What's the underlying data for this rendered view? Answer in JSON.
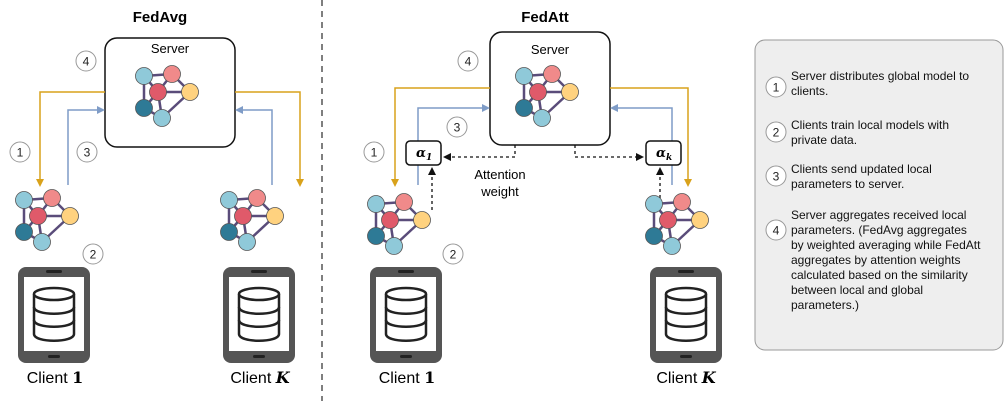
{
  "fedavg": {
    "title": "FedAvg",
    "server_label": "Server",
    "client_left": {
      "prefix": "Client ",
      "index": "1"
    },
    "client_right": {
      "prefix": "Client ",
      "index": "K"
    }
  },
  "fedatt": {
    "title": "FedAtt",
    "server_label": "Server",
    "attention_line1": "Attention",
    "attention_line2": "weight",
    "alpha_left": {
      "symbol": "α",
      "sub": "1"
    },
    "alpha_right": {
      "symbol": "α",
      "sub": "k"
    },
    "client_left": {
      "prefix": "Client ",
      "index": "1"
    },
    "client_right": {
      "prefix": "Client ",
      "index": "K"
    }
  },
  "steps": [
    "1",
    "2",
    "3",
    "4"
  ],
  "legend": [
    {
      "num": "1",
      "lines": [
        "Server distributes global model to",
        "clients."
      ]
    },
    {
      "num": "2",
      "lines": [
        "Clients train local models with",
        "private data."
      ]
    },
    {
      "num": "3",
      "lines": [
        "Clients send updated local",
        "parameters to server."
      ]
    },
    {
      "num": "4",
      "lines": [
        "Server aggregates received local",
        "parameters. (FedAvg aggregates",
        "by weighted averaging while FedAtt",
        "aggregates by attention weights",
        "calculated based on the similarity",
        "between local and global",
        "parameters.)"
      ]
    }
  ],
  "colors": {
    "download_arrow": "#d9a21b",
    "upload_arrow": "#7f9cc7",
    "node_pink": "#f08a8a",
    "node_red": "#e05a6a",
    "node_yellow": "#ffd27f",
    "node_lightblue": "#8fc9d9",
    "node_darkblue": "#2e7a96",
    "node_edge": "#5a4c7a",
    "phone": "#555555",
    "legend_bg": "#eeeeee"
  }
}
